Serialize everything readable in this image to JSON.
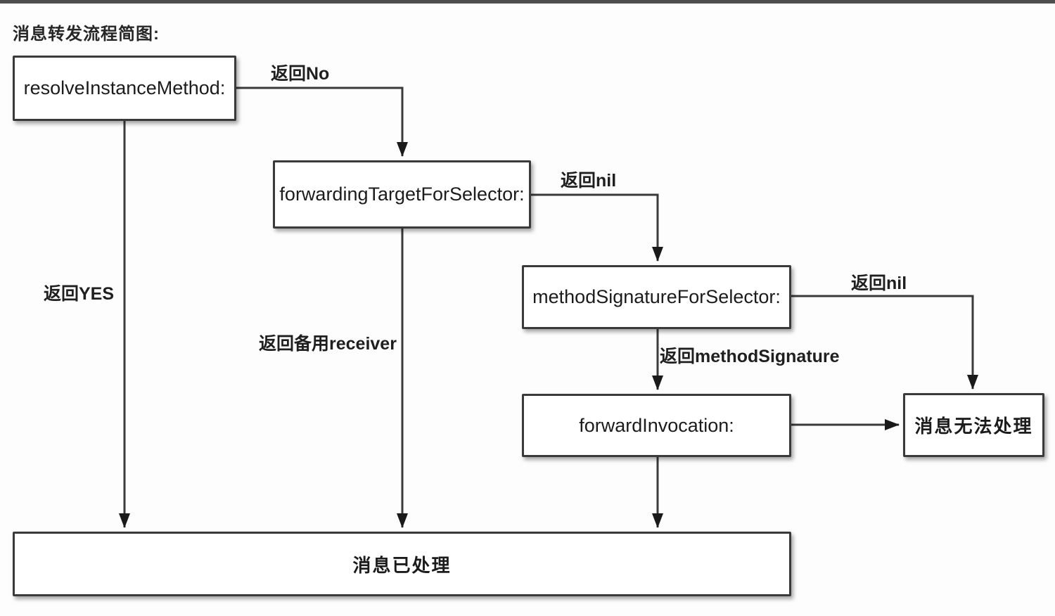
{
  "title": "消息转发流程简图:",
  "nodes": {
    "resolve": {
      "label": "resolveInstanceMethod:"
    },
    "forwarding_target": {
      "label": "forwardingTargetForSelector:"
    },
    "method_signature": {
      "label": "methodSignatureForSelector:"
    },
    "forward_invocation": {
      "label": "forwardInvocation:"
    },
    "unhandled": {
      "label": "消息无法处理"
    },
    "handled": {
      "label": "消息已处理"
    }
  },
  "edges": {
    "return_no": {
      "label": "返回No",
      "from": "resolve",
      "to": "forwarding_target"
    },
    "return_nil_to_methodsig": {
      "label": "返回nil",
      "from": "forwarding_target",
      "to": "method_signature"
    },
    "return_nil_to_unhandled": {
      "label": "返回nil",
      "from": "method_signature",
      "to": "unhandled"
    },
    "return_method_signature": {
      "label": "返回methodSignature",
      "from": "method_signature",
      "to": "forward_invocation"
    },
    "return_yes": {
      "label": "返回YES",
      "from": "resolve",
      "to": "handled"
    },
    "return_backup_receiver": {
      "label": "返回备用receiver",
      "from": "forwarding_target",
      "to": "handled"
    },
    "forward_to_unhandled": {
      "label": "",
      "from": "forward_invocation",
      "to": "unhandled"
    },
    "forward_to_handled": {
      "label": "",
      "from": "forward_invocation",
      "to": "handled"
    }
  },
  "colors": {
    "line": "#3a3a3a",
    "box_border": "#3a3a3a",
    "box_fill": "#ffffff",
    "text": "#1c1c1c",
    "top_bar": "#4f4f4f",
    "bg": "#fdfdfd"
  }
}
